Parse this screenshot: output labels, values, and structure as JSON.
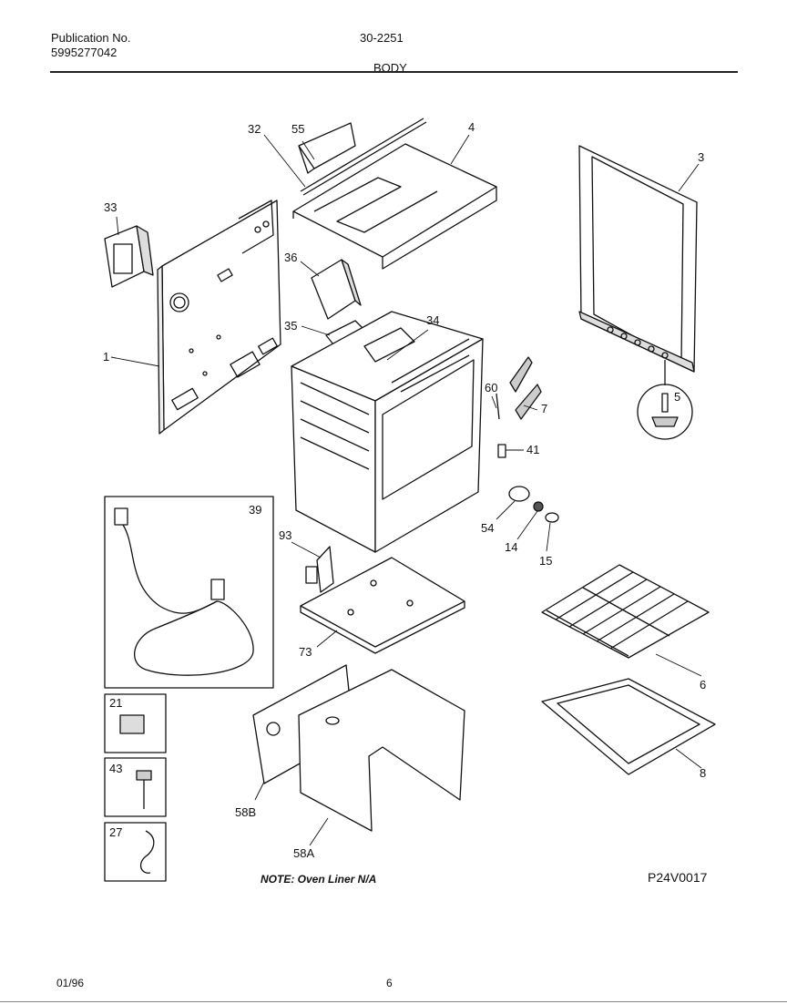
{
  "header": {
    "publication_label": "Publication No.",
    "publication_number": "5995277042",
    "doc_code": "30-2251",
    "section_title": "BODY"
  },
  "part_labels": {
    "p1": "1",
    "p3": "3",
    "p4": "4",
    "p5": "5",
    "p6": "6",
    "p7": "7",
    "p8": "8",
    "p14": "14",
    "p15": "15",
    "p21": "21",
    "p27": "27",
    "p32": "32",
    "p33": "33",
    "p34": "34",
    "p35": "35",
    "p36": "36",
    "p39": "39",
    "p41": "41",
    "p43": "43",
    "p54": "54",
    "p55": "55",
    "p58A": "58A",
    "p58B": "58B",
    "p60": "60",
    "p73": "73",
    "p93": "93"
  },
  "note": "NOTE: Oven Liner N/A",
  "diagram_code": "P24V0017",
  "footer": {
    "date": "01/96",
    "page": "6"
  }
}
